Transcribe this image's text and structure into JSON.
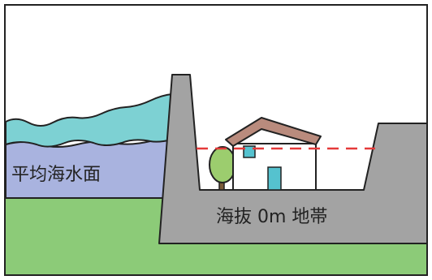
{
  "labels": {
    "sea_level": "平均海水面",
    "zero_meter_zone": "海抜 0m 地帯"
  },
  "colors": {
    "sea_surface": "#7dd1d3",
    "sea_body": "#a9b3df",
    "ground": "#8ccb78",
    "concrete": "#a3a3a3",
    "roof": "#b98b7d",
    "house_wall": "#ffffff",
    "window_door": "#55c2cf",
    "tree": "#9ccd6e",
    "sea_level_line": "#e53a3a",
    "outline": "#222222"
  },
  "icons": {
    "house": "house-icon",
    "tree": "tree-icon",
    "levee": "seawall-shape"
  }
}
